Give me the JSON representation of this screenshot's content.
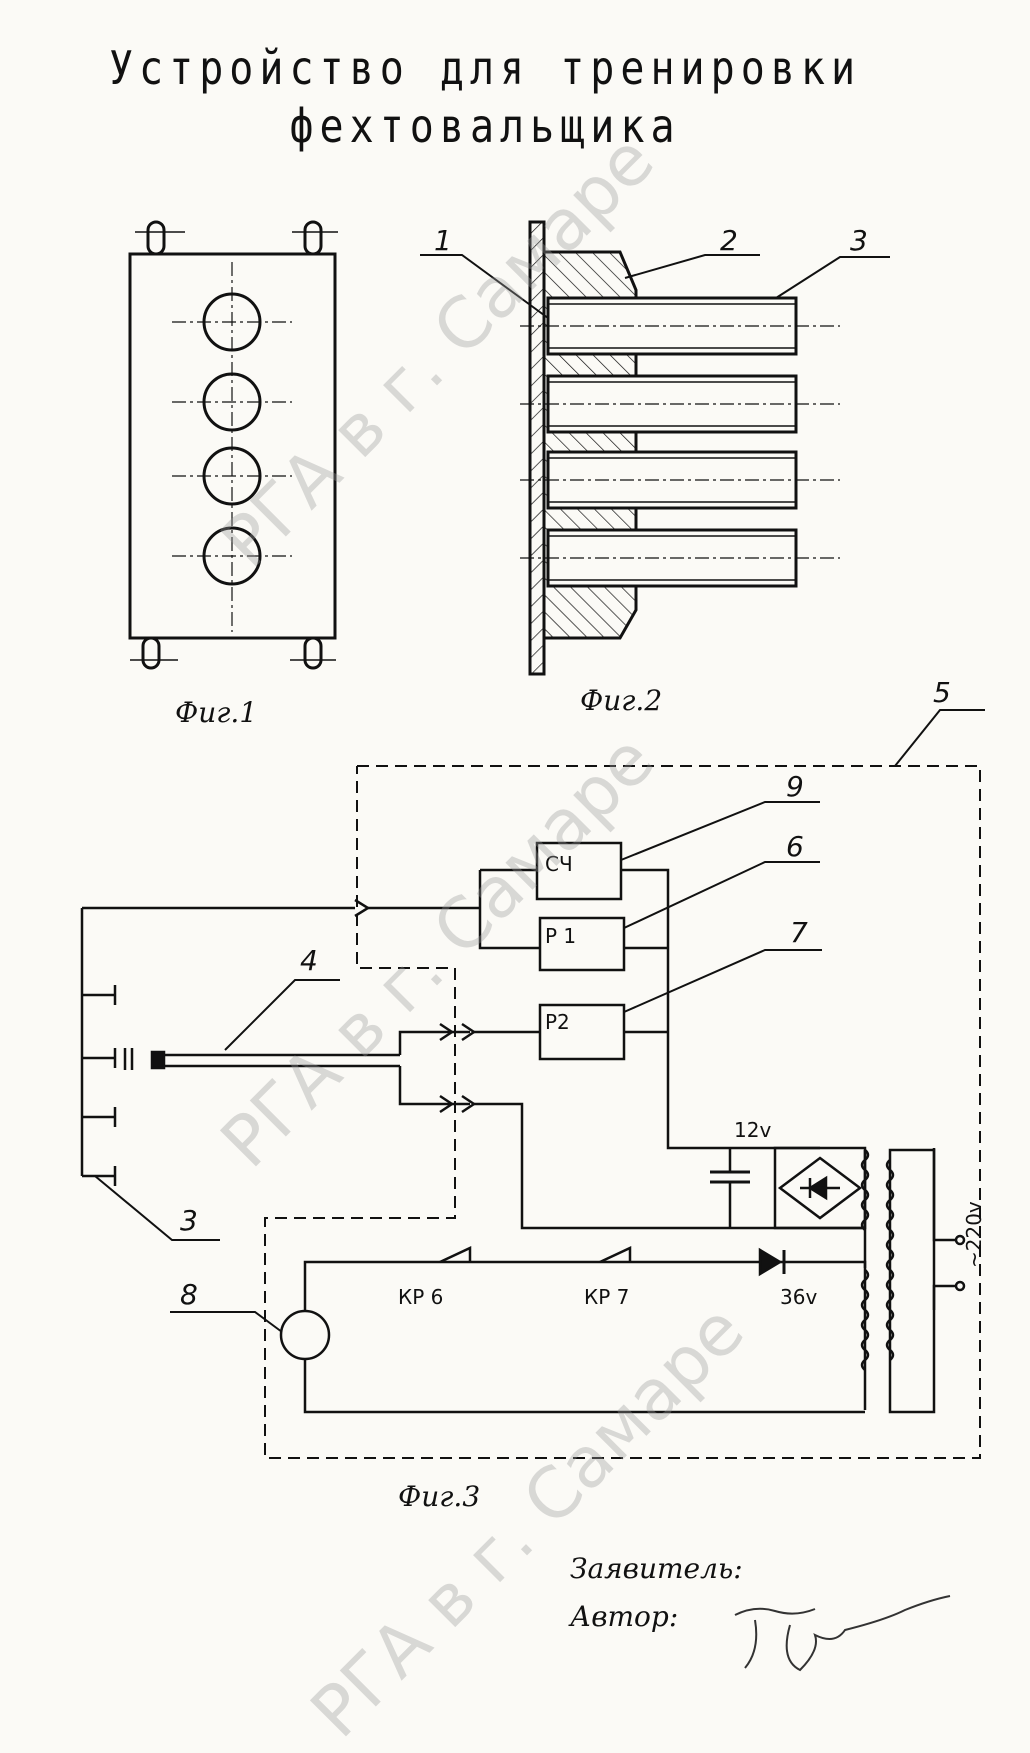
{
  "title": {
    "line1": "Устройство для тренировки",
    "line2": "фехтовальщика"
  },
  "figures": {
    "fig1": "Фиг.1",
    "fig2": "Фиг.2",
    "fig3": "Фиг.3"
  },
  "callouts": {
    "n1": "1",
    "n2": "2",
    "n3_top": "3",
    "n4": "4",
    "n5": "5",
    "n6": "6",
    "n7": "7",
    "n8": "8",
    "n9": "9",
    "n3_bottom": "3"
  },
  "components": {
    "sch": "СЧ",
    "p1": "Р 1",
    "p2": "Р2",
    "kr6": "КР 6",
    "kr7": "КР 7",
    "v12": "12v",
    "v36": "36v",
    "v220": "~220v"
  },
  "footer": {
    "applicant": "Заявитель:",
    "author": "Автор:"
  },
  "watermark": "РГА в г. Самаре",
  "colors": {
    "ink": "#111111",
    "paper": "#fbfaf6",
    "watermark": "#9a9a9a"
  }
}
